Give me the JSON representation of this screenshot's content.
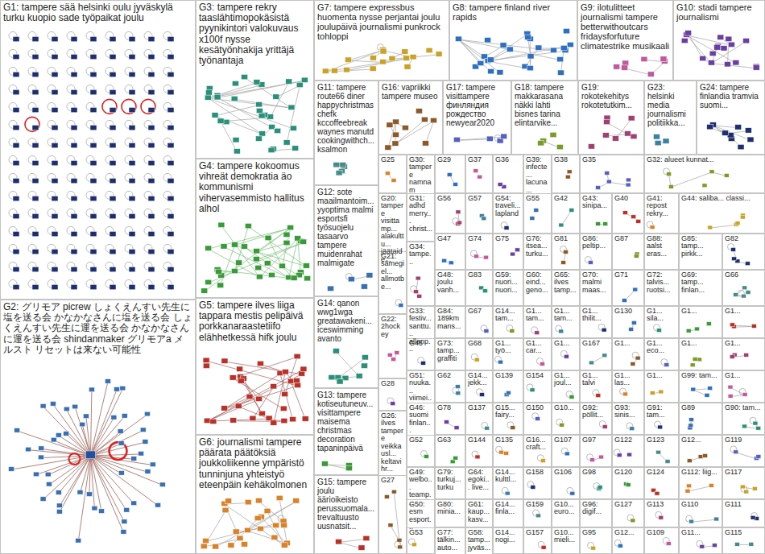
{
  "diagram": {
    "nodes": [
      {
        "text": [
          "G1: tampere sää helsinki oulu jyväskylä turku kuopio sade työpaikat joulu"
        ]
      },
      {
        "text": [
          "G2: グリモア picrew しょくえんすい先生に塩を送る会 かなかなさんに塩を送る会 しょくえんすい先生に運を送る会 かなかなさんに運を送る会 shindanmaker グリモアa メルスト リセットは来ない可能性"
        ]
      },
      {
        "text": [
          "G3: tampere rekry taaslähtimopokäsistä pyynikintori valokuvaus x100f nysse kesätyönhakija yrittäjä työnantaja"
        ]
      },
      {
        "text": [
          "G4: tampere kokoomus vihreät demokratia äo kommunismi vihervasemmisto hallitus alhol"
        ]
      },
      {
        "text": [
          "G5: tampere ilves liiga tappara mestis pelipäivä porkkanaraastetiifo elähhetkessä hifk joulu"
        ]
      },
      {
        "text": [
          "G6: journalismi tampere päärata päätöksiä joukkoliikenne ympäristö tunninjuna yhteistyö eteenpäin kehäkolmonen"
        ]
      },
      {
        "text": [
          "G7: tampere expressbus huomenta nysse perjantai joulu joulupäivä journalismi punkrock tohloppi"
        ]
      },
      {
        "text": [
          "G8: tampere finland river rapids"
        ]
      },
      {
        "text": [
          "G9: ilotulitteet journalismi tampere betterwithoutcars fridaysforfuture climatestrike musikaali"
        ]
      },
      {
        "text": [
          "G10: stadi tampere journalismi"
        ]
      },
      {
        "text": [
          "G11: tampere route66 diner happychristmas chefk kccoffeebreak waynes manutd cookingwithch... ksalmon"
        ]
      },
      {
        "text": [
          "G16: vapriikki tampere museo"
        ]
      },
      {
        "text": [
          "G17: tampere visittampere финляндия рождество newyear2020"
        ]
      },
      {
        "text": [
          "G18: tampere makkarasana näkki lahti bisnes tarina elintarvike..."
        ]
      },
      {
        "text": [
          "G19: rokotekehitys rokotetutkim..."
        ]
      },
      {
        "text": [
          "G23: helsinki media journalismi politiikka..."
        ]
      },
      {
        "text": [
          "G24: tampere finlandia tramvia suomi..."
        ]
      },
      {
        "text": [
          "G12: sote maailmantoim... yyoptima malmi esportsfi työsuojelu tasaarvo tampere muidenrahat malmigate"
        ]
      },
      {
        "text": [
          "G14: qanon wwg1wga greatawakeni... iceswimming avanto"
        ]
      },
      {
        "text": [
          "G13: tampere kotiseutuneuv... visittampere maisema christmas decoration tapaninpäivä"
        ]
      },
      {
        "text": [
          "G15: tampere joulu äärioikeisto perussuomala... trevaltuusto uusnatsit..."
        ]
      },
      {
        "text": [
          "G25"
        ]
      },
      {
        "text": [
          "G20: tampere visittamp... alakulttu... jäätaide..."
        ]
      },
      {
        "text": [
          "G21: sámegiel... allmotbe..."
        ]
      },
      {
        "text": [
          "G22: 2hockey"
        ]
      },
      {
        "text": [
          "G28"
        ]
      },
      {
        "text": [
          "G26: ilves tampere veikkausl... keltavihr..."
        ]
      },
      {
        "text": [
          "G27"
        ]
      },
      {
        "text": [
          "G30: tampere namnam"
        ]
      },
      {
        "text": [
          "G31: adhd merry... christ..."
        ]
      },
      {
        "text": [
          "G34: tampe..."
        ]
      },
      {
        "text": [
          "G33: festiv... santtu... allanp..."
        ]
      },
      {
        "text": [
          "G45"
        ]
      },
      {
        "text": [
          "G51: nuuka... viimei..."
        ]
      },
      {
        "text": [
          "G46: suomi finlan..."
        ]
      },
      {
        "text": [
          "G52"
        ]
      },
      {
        "text": [
          "G49: welbo... teamp..."
        ]
      },
      {
        "text": [
          "G50: esm esport..."
        ]
      },
      {
        "text": [
          "G53"
        ]
      },
      {
        "text": [
          "G29"
        ]
      },
      {
        "text": [
          "G37"
        ]
      },
      {
        "text": [
          "G36"
        ]
      },
      {
        "text": [
          "G39: infecte... lacuna..."
        ]
      },
      {
        "text": [
          "G38"
        ]
      },
      {
        "text": [
          "G35"
        ]
      },
      {
        "text": [
          "G32: alueet kunnat..."
        ]
      },
      {
        "text": [
          "G56"
        ]
      },
      {
        "text": [
          "G57"
        ]
      },
      {
        "text": [
          "G54: traveli... lapland"
        ]
      },
      {
        "text": [
          "G55"
        ]
      },
      {
        "text": [
          "G42"
        ]
      },
      {
        "text": [
          "G43: sinipa..."
        ]
      },
      {
        "text": [
          "G40"
        ]
      },
      {
        "text": [
          "G41: repost rekry..."
        ]
      },
      {
        "text": [
          "G44: saliba... classi..."
        ]
      },
      {
        "text": [
          "G47"
        ]
      },
      {
        "text": [
          "G74"
        ]
      },
      {
        "text": [
          "G75"
        ]
      },
      {
        "text": [
          "G76: itsea... turku..."
        ]
      },
      {
        "text": [
          "G81"
        ]
      },
      {
        "text": [
          "G86: peltip..."
        ]
      },
      {
        "text": [
          "G87"
        ]
      },
      {
        "text": [
          "G88: aalst eras..."
        ]
      },
      {
        "text": [
          "G85: tamp... pirkk..."
        ]
      },
      {
        "text": [
          "G82"
        ]
      },
      {
        "text": [
          "G48: joulu vanh..."
        ]
      },
      {
        "text": [
          "G83"
        ]
      },
      {
        "text": [
          "G59: nuori... nuori..."
        ]
      },
      {
        "text": [
          "G60: eind... geno..."
        ]
      },
      {
        "text": [
          "G65: ilves tamp..."
        ]
      },
      {
        "text": [
          "G70: malmi maas..."
        ]
      },
      {
        "text": [
          "G71"
        ]
      },
      {
        "text": [
          "G72: talvis... ruotsi..."
        ]
      },
      {
        "text": [
          "G69: tamp... finlan..."
        ]
      },
      {
        "text": [
          "G66"
        ]
      },
      {
        "text": [
          "G84: 189km mans..."
        ]
      },
      {
        "text": [
          "G67"
        ]
      },
      {
        "text": [
          "G14... tam..."
        ]
      },
      {
        "text": [
          "G1... tam..."
        ]
      },
      {
        "text": [
          "G1... tam..."
        ]
      },
      {
        "text": [
          "G1... thilit..."
        ]
      },
      {
        "text": [
          "G130"
        ]
      },
      {
        "text": [
          "G1... sila..."
        ]
      },
      {
        "text": [
          "G1..."
        ]
      },
      {
        "text": [
          "G1..."
        ]
      },
      {
        "text": [
          "G73: tamp... graffiti"
        ]
      },
      {
        "text": [
          "G68"
        ]
      },
      {
        "text": [
          "G1... työ..."
        ]
      },
      {
        "text": [
          "G1... car..."
        ]
      },
      {
        "text": [
          "G1..."
        ]
      },
      {
        "text": [
          "G167"
        ]
      },
      {
        "text": [
          "G1..."
        ]
      },
      {
        "text": [
          "G1... eco..."
        ]
      },
      {
        "text": [
          "G1..."
        ]
      },
      {
        "text": [
          "G1..."
        ]
      },
      {
        "text": [
          "G62"
        ]
      },
      {
        "text": [
          "G14... jekk..."
        ]
      },
      {
        "text": [
          "G139"
        ]
      },
      {
        "text": [
          "G154"
        ]
      },
      {
        "text": [
          "G1... joul..."
        ]
      },
      {
        "text": [
          "G1... talvi"
        ]
      },
      {
        "text": [
          "G1... las..."
        ]
      },
      {
        "text": [
          "G1..."
        ]
      },
      {
        "text": [
          "G99: tam..."
        ]
      },
      {
        "text": [
          "G1..."
        ]
      },
      {
        "text": [
          "G78"
        ]
      },
      {
        "text": [
          "G137"
        ]
      },
      {
        "text": [
          "G15... fairy..."
        ]
      },
      {
        "text": [
          "G150"
        ]
      },
      {
        "text": [
          "G10..."
        ]
      },
      {
        "text": [
          "G92: pöllit..."
        ]
      },
      {
        "text": [
          "G93: sinis..."
        ]
      },
      {
        "text": [
          "G91: tam..."
        ]
      },
      {
        "text": [
          "G89"
        ]
      },
      {
        "text": [
          "G90: tam..."
        ]
      },
      {
        "text": [
          "G63"
        ]
      },
      {
        "text": [
          "G144"
        ]
      },
      {
        "text": [
          "G135"
        ]
      },
      {
        "text": [
          "G16... craft..."
        ]
      },
      {
        "text": [
          "G107"
        ]
      },
      {
        "text": [
          "G97"
        ]
      },
      {
        "text": [
          "G122"
        ]
      },
      {
        "text": [
          "G123"
        ]
      },
      {
        "text": [
          "G12..."
        ]
      },
      {
        "text": [
          "G119"
        ]
      },
      {
        "text": [
          "G79: turkuj... turku"
        ]
      },
      {
        "text": [
          "G64: egoki... live..."
        ]
      },
      {
        "text": [
          "G14... kulttl..."
        ]
      },
      {
        "text": [
          "G158"
        ]
      },
      {
        "text": [
          "G106"
        ]
      },
      {
        "text": [
          "G98"
        ]
      },
      {
        "text": [
          "G120"
        ]
      },
      {
        "text": [
          "G124"
        ]
      },
      {
        "text": [
          "G112: liig..."
        ]
      },
      {
        "text": [
          "G117"
        ]
      },
      {
        "text": [
          "G80: minia..."
        ]
      },
      {
        "text": [
          "G61: kaup... kasv..."
        ]
      },
      {
        "text": [
          "G14... finla..."
        ]
      },
      {
        "text": [
          "G159"
        ]
      },
      {
        "text": [
          "G10... euro..."
        ]
      },
      {
        "text": [
          "G96: digif..."
        ]
      },
      {
        "text": [
          "G127"
        ]
      },
      {
        "text": [
          "G113"
        ]
      },
      {
        "text": [
          "G110"
        ]
      },
      {
        "text": [
          "G111"
        ]
      },
      {
        "text": [
          "G77: tälkin... auto..."
        ]
      },
      {
        "text": [
          "G58: tamp... jyväs..."
        ]
      },
      {
        "text": [
          "G14... nogi..."
        ]
      },
      {
        "text": [
          "G157"
        ]
      },
      {
        "text": [
          "G10... mieli..."
        ]
      },
      {
        "text": [
          "G95"
        ]
      },
      {
        "text": [
          "G12..."
        ]
      },
      {
        "text": [
          "G109"
        ]
      },
      {
        "text": [
          "G11..."
        ]
      },
      {
        "text": [
          "G115"
        ]
      }
    ]
  }
}
